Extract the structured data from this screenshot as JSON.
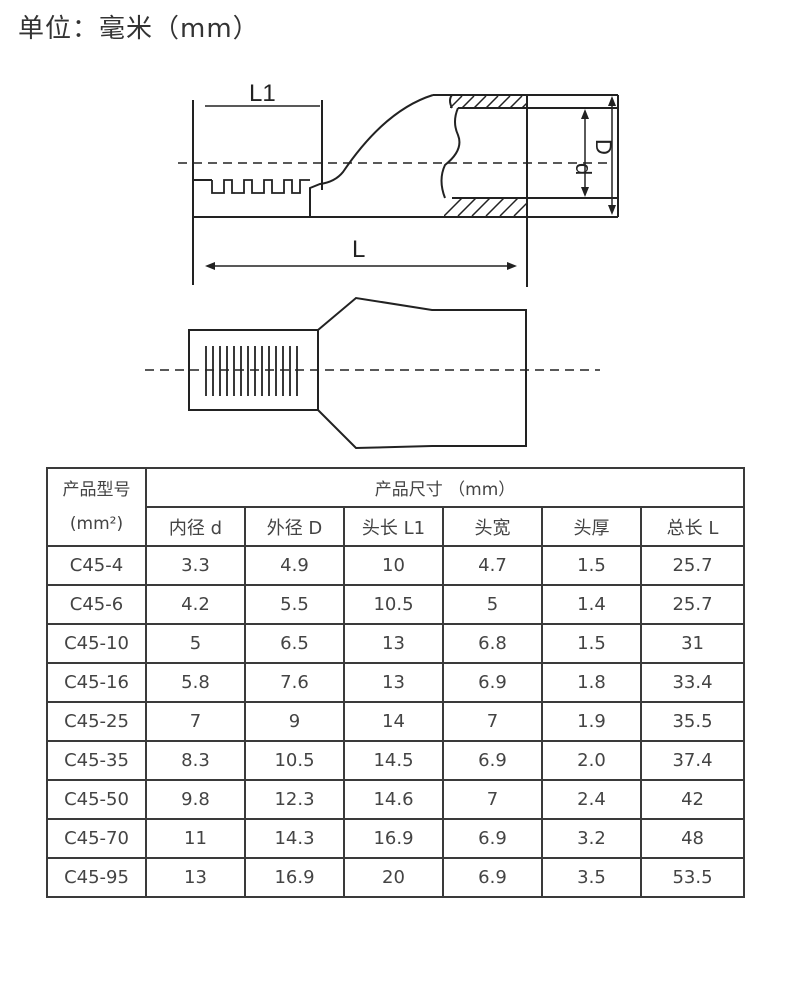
{
  "unit_title": "单位：毫米（mm）",
  "diagram": {
    "label_L1": "L1",
    "label_L": "L",
    "label_d": "d",
    "label_D": "D"
  },
  "table": {
    "header_model": "产品型号",
    "header_model_unit": "(mm²)",
    "header_group": "产品尺寸 （mm）",
    "columns": [
      "内径 d",
      "外径 D",
      "头长 L1",
      "头宽",
      "头厚",
      "总长 L"
    ],
    "rows": [
      [
        "C45-4",
        "3.3",
        "4.9",
        "10",
        "4.7",
        "1.5",
        "25.7"
      ],
      [
        "C45-6",
        "4.2",
        "5.5",
        "10.5",
        "5",
        "1.4",
        "25.7"
      ],
      [
        "C45-10",
        "5",
        "6.5",
        "13",
        "6.8",
        "1.5",
        "31"
      ],
      [
        "C45-16",
        "5.8",
        "7.6",
        "13",
        "6.9",
        "1.8",
        "33.4"
      ],
      [
        "C45-25",
        "7",
        "9",
        "14",
        "7",
        "1.9",
        "35.5"
      ],
      [
        "C45-35",
        "8.3",
        "10.5",
        "14.5",
        "6.9",
        "2.0",
        "37.4"
      ],
      [
        "C45-50",
        "9.8",
        "12.3",
        "14.6",
        "7",
        "2.4",
        "42"
      ],
      [
        "C45-70",
        "11",
        "14.3",
        "16.9",
        "6.9",
        "3.2",
        "48"
      ],
      [
        "C45-95",
        "13",
        "16.9",
        "20",
        "6.9",
        "3.5",
        "53.5"
      ]
    ]
  }
}
